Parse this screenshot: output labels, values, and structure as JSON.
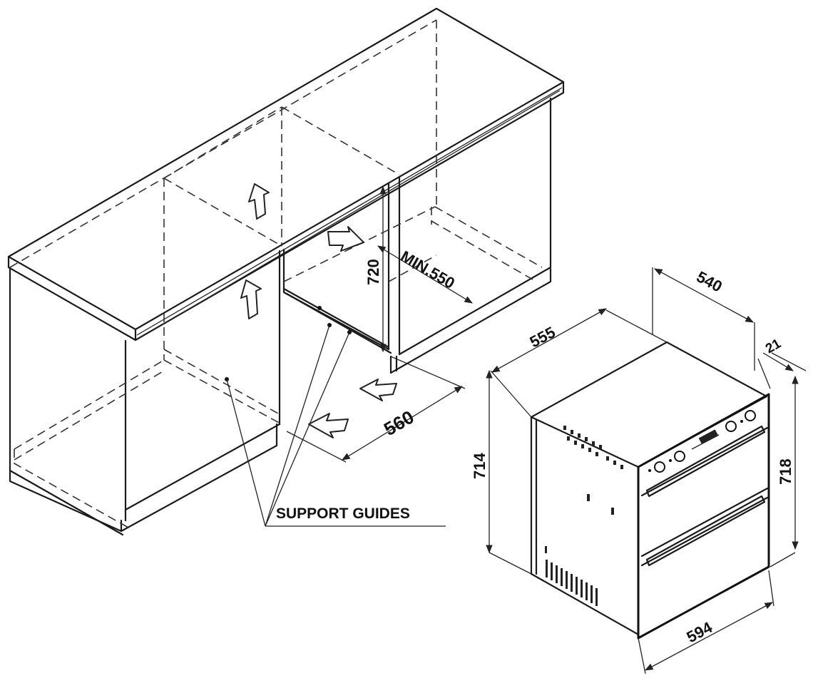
{
  "dimensions": {
    "cabinet_height": "720",
    "cabinet_depth_min": "MIN.550",
    "cabinet_width": "560",
    "oven_depth": "555",
    "oven_rear_depth": "540",
    "panel_thickness": "21",
    "oven_side_height": "714",
    "oven_front_height": "718",
    "oven_width": "594"
  },
  "annotations": {
    "support_guides": "SUPPORT GUIDES"
  }
}
